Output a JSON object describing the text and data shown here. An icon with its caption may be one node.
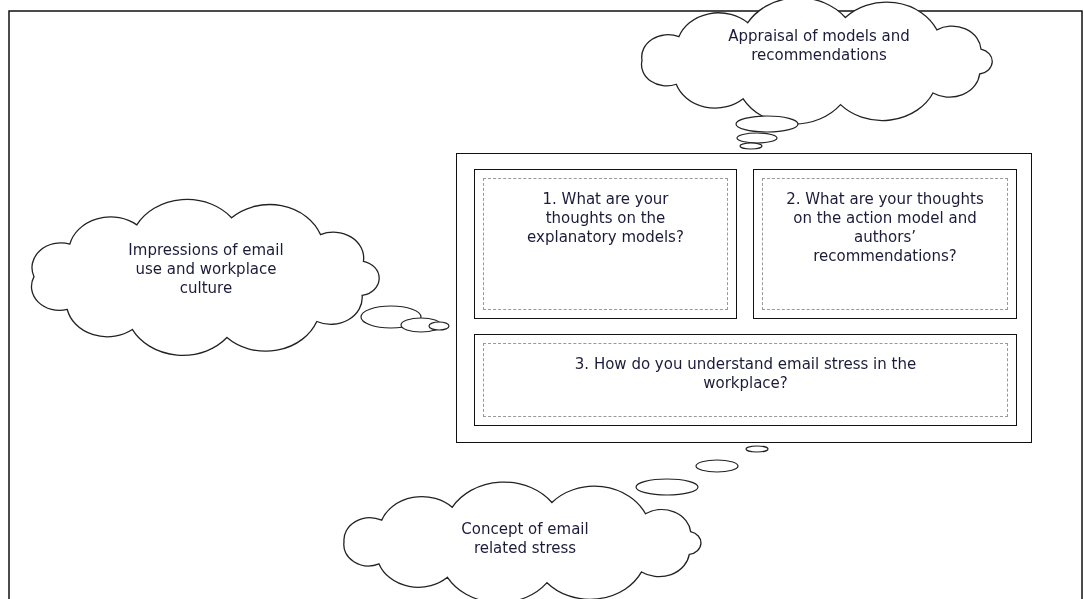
{
  "diagram": {
    "nodes": [
      {
        "text": [
          "Appraisal of models and recommendations"
        ]
      },
      {
        "text": [],
        "shape": "box"
      },
      {
        "text": [
          "1. What are your thoughts on the explanatory models?"
        ],
        "in": 1
      },
      {
        "text": [
          "2. What are your thoughts on the action model and authors’ recommendations?"
        ],
        "in": 1
      },
      {
        "text": [
          "3. How do you understand email stress in the workplace?"
        ],
        "in": 1
      },
      {
        "text": [
          "Impressions of email use and workplace culture"
        ]
      },
      {
        "text": [
          "Concept of email related stress"
        ]
      }
    ]
  }
}
